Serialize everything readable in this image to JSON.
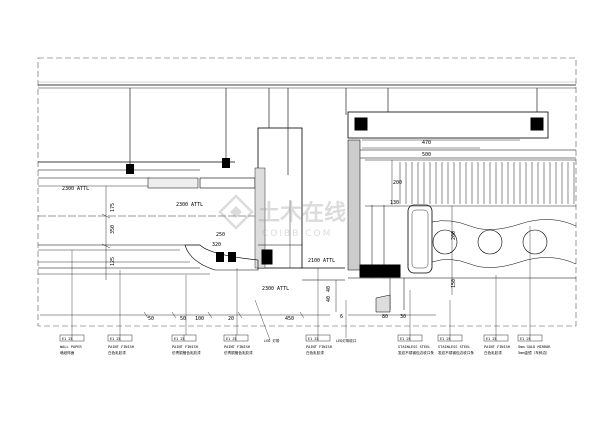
{
  "dimensions": {
    "ceiling_left": "2300 ATTL",
    "ceiling_mid": "2300 ATTL",
    "soffit_lower": "2300 ATTL",
    "floor_ref": "2100 ATTL",
    "v_350": "350",
    "v_175": "175",
    "v_125": "125",
    "v_250": "250",
    "v_320": "320",
    "h_50a": "50",
    "h_50b": "50",
    "h_100": "100",
    "h_20": "20",
    "h_450": "450",
    "r_470": "470",
    "r_500": "500",
    "r_200a": "200",
    "r_130": "130",
    "r_200b": "200",
    "r_150": "150",
    "r_40a": "40",
    "r_40b": "40",
    "r_80": "80",
    "r_30": "30",
    "r_6": "6"
  },
  "callouts": [
    {
      "tag": "E1  25",
      "material": "WALL PAPER",
      "cn": "墙纸饰面"
    },
    {
      "tag": "E1  25",
      "material": "PAINT FINISH",
      "cn": "白色乳胶漆"
    },
    {
      "tag": "E1  25",
      "material": "PAINT FINISH",
      "cn": "仿青铜蜡色乳胶漆"
    },
    {
      "tag": "E1  25",
      "material": "PAINT FINISH",
      "cn": "仿青铜蜡色乳胶漆"
    },
    {
      "tag": "E1  25",
      "material": "PAINT FINISH",
      "cn": "白色乳胶漆"
    },
    {
      "tag": "E1  25",
      "material": "STAINLESS STEEL",
      "cn": "发纹不锈钢包边收口条"
    },
    {
      "tag": "E1  25",
      "material": "STAINLESS STEEL",
      "cn": "发纹不锈钢包边收口条"
    },
    {
      "tag": "E1  25",
      "material": "PAINT FINISH",
      "cn": "白色乳胶漆"
    },
    {
      "tag": "E1  25",
      "material": "5mm GOLD MIRROR",
      "cn": "5mm金镜（车斜边）"
    }
  ],
  "leader_labels": {
    "light": "LED 灯带",
    "detail": "LED灯带收口"
  },
  "watermark": {
    "cn": "土木在线",
    "en": "COIBB.COM"
  }
}
